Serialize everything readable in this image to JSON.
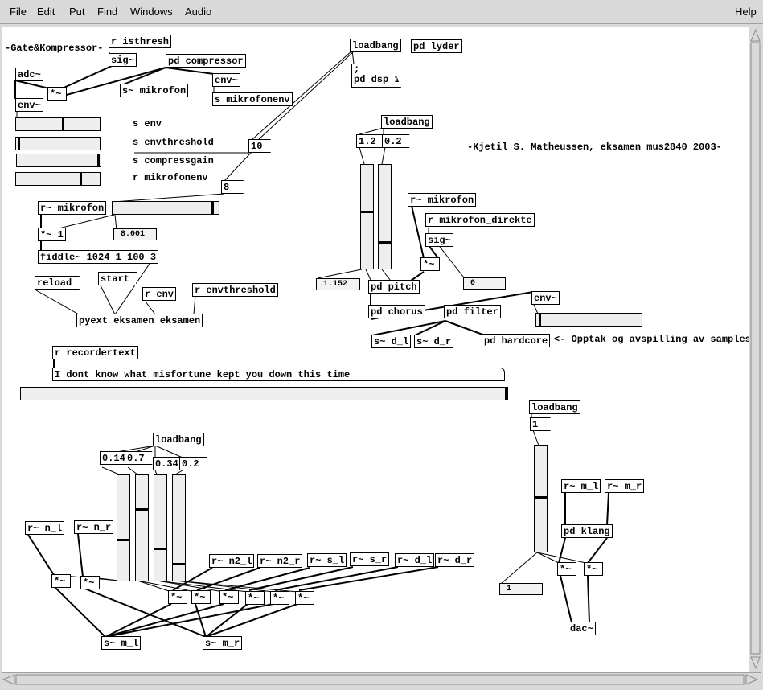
{
  "menubar": {
    "items": [
      "File",
      "Edit",
      "Put",
      "Find",
      "Windows",
      "Audio"
    ],
    "help": "Help"
  },
  "comments": {
    "gate": "-Gate&Kompressor-",
    "author": "-Kjetil S. Matheussen, eksamen mus2840 2003-",
    "samples": "<- Opptak og avspilling av samples",
    "s_env": "s env",
    "s_envthreshold": "s envthreshold",
    "s_compressgain": "s compressgain",
    "r_mikrofonenv": "r mikrofonenv"
  },
  "objects": {
    "r_isthresh": "r isthresh",
    "sig1": "sig~",
    "pd_compressor": "pd compressor",
    "adc": "adc~",
    "mul1": "*~",
    "s_mikrofon": "s~ mikrofon",
    "env1": "env~",
    "env2": "env~",
    "s_mikrofonenv": "s mikrofonenv",
    "loadbang1": "loadbang",
    "pd_lyder": "pd lyder",
    "loadbang2": "loadbang",
    "r_mikrofon1": "r~ mikrofon",
    "mul_one": "*~ 1",
    "fiddle": "fiddle~ 1024 1 100 3",
    "r_env": "r env",
    "r_envthreshold": "r envthreshold",
    "pyext": "pyext eksamen eksamen",
    "r_recordertext": "r recordertext",
    "r_mikrofon2": "r~ mikrofon",
    "r_mikrofon_direkte": "r mikrofon_direkte",
    "sig2": "sig~",
    "mul2": "*~",
    "pd_pitch": "pd pitch",
    "pd_chorus": "pd chorus",
    "pd_filter": "pd filter",
    "env3": "env~",
    "s_d_l": "s~ d_l",
    "s_d_r": "s~ d_r",
    "pd_hardcore": "pd hardcore",
    "loadbang3": "loadbang",
    "r_n_l": "r~ n_l",
    "r_n_r": "r~ n_r",
    "r_n2_l": "r~ n2_l",
    "r_n2_r": "r~ n2_r",
    "r_s_l": "r~ s_l",
    "r_s_r": "r~ s_r",
    "r_d_l": "r~ d_l",
    "r_d_r": "r~ d_r",
    "mul_a": "*~",
    "mul_b": "*~",
    "mul_c": "*~",
    "mul_d": "*~",
    "mul_e": "*~",
    "mul_f": "*~",
    "mul_g": "*~",
    "mul_h": "*~",
    "s_m_l": "s~ m_l",
    "s_m_r": "s~ m_r",
    "loadbang4": "loadbang",
    "r_m_l": "r~ m_l",
    "r_m_r": "r~ m_r",
    "pd_klang": "pd klang",
    "mul_k1": "*~",
    "mul_k2": "*~",
    "dac": "dac~"
  },
  "messages": {
    "dsp_line1": ";",
    "dsp_line2": "pd dsp 1",
    "reload": "reload",
    "start": "start",
    "recorder_text": "I dont know what misfortune kept you down this time",
    "val_1_2": "1.2",
    "val_0_2a": "0.2",
    "val_0_14": "0.14",
    "val_0_7": "0.7",
    "val_0_34": "0.34",
    "val_0_2b": "0.2",
    "val_1": "1"
  },
  "numberboxes": {
    "n10": "10",
    "n8": "8",
    "n8001": "8.001",
    "n1152": "1.152",
    "n0": "0",
    "n1": "1"
  },
  "sliders": {
    "s_env_value": 0.56,
    "s_envthreshold_value": 0.02,
    "s_compressgain_value": 0.99,
    "r_mikrofonenv_value": 0.78,
    "mikrofon_meter_value": 0.95,
    "recorder_progress": 1.0,
    "env3_meter": 0.02,
    "pitch_v1": 0.55,
    "pitch_v2": 0.25,
    "mix_v1": 0.38,
    "mix_v2": 0.68,
    "mix_v3": 0.3,
    "mix_v4": 0.15,
    "master_v": 0.51
  }
}
